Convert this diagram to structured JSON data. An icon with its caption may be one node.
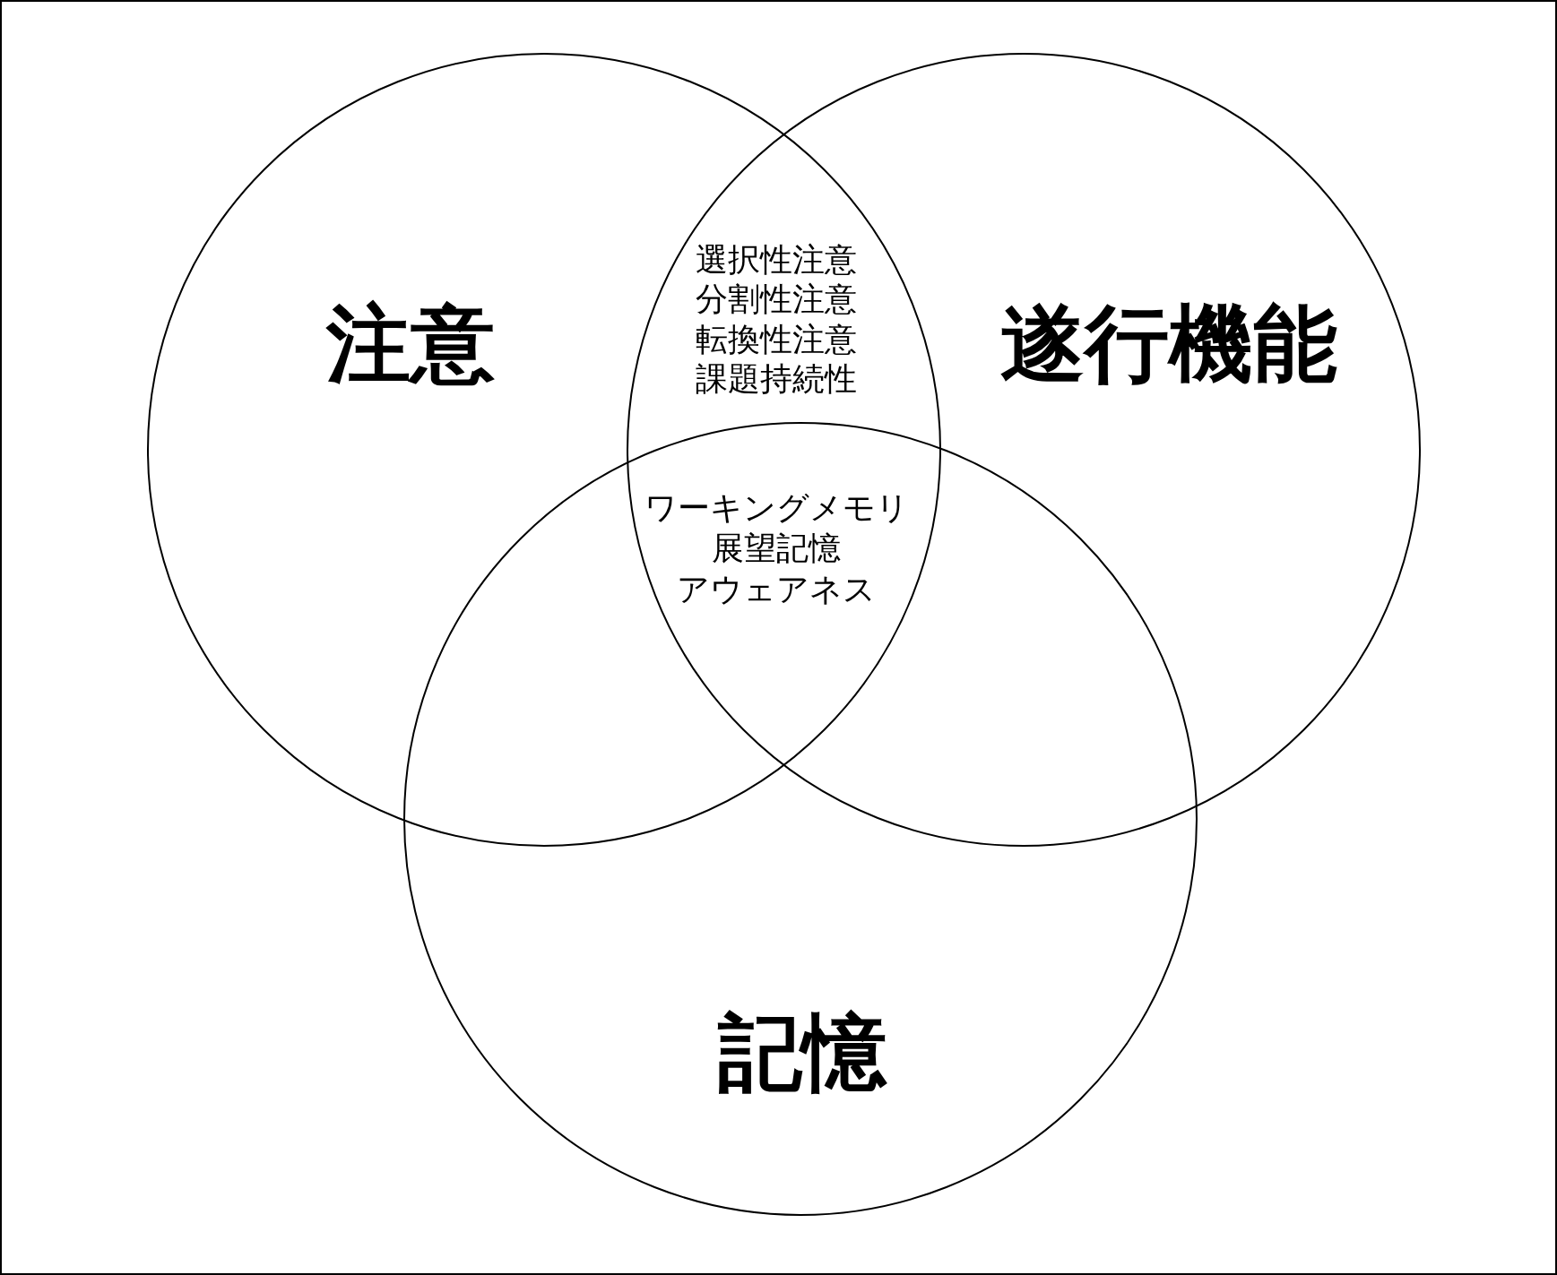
{
  "diagram": {
    "nodes": [
      {
        "text": [
          "注意"
        ]
      },
      {
        "text": [
          "遂行機能"
        ]
      },
      {
        "text": [
          "記憶"
        ]
      }
    ],
    "labels": [
      "選択性注意",
      "分割性注意",
      "転換性注意",
      "課題持続性",
      "ワーキングメモリ",
      "展望記憶",
      "アウェアネス"
    ]
  }
}
